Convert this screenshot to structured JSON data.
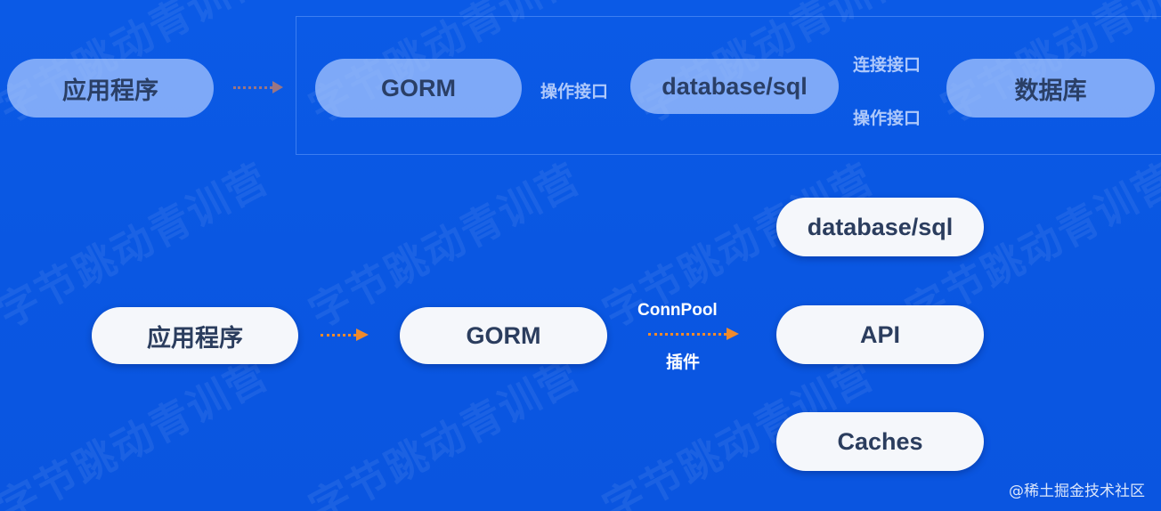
{
  "watermark": "字节跳动青训营",
  "top_row": {
    "app": "应用程序",
    "gorm": "GORM",
    "op_interface": "操作接口",
    "database_sql": "database/sql",
    "connect_interface": "连接接口",
    "op_interface_2": "操作接口",
    "database": "数据库"
  },
  "bottom_row": {
    "app": "应用程序",
    "gorm": "GORM",
    "connpool_label": "ConnPool",
    "plugin_label": "插件",
    "targets": [
      "database/sql",
      "API",
      "Caches"
    ]
  },
  "credit": "@稀土掘金技术社区",
  "colors": {
    "arrow": "#f08a2c",
    "background": "#0b5ae6",
    "pill": "#f5f7fb"
  }
}
